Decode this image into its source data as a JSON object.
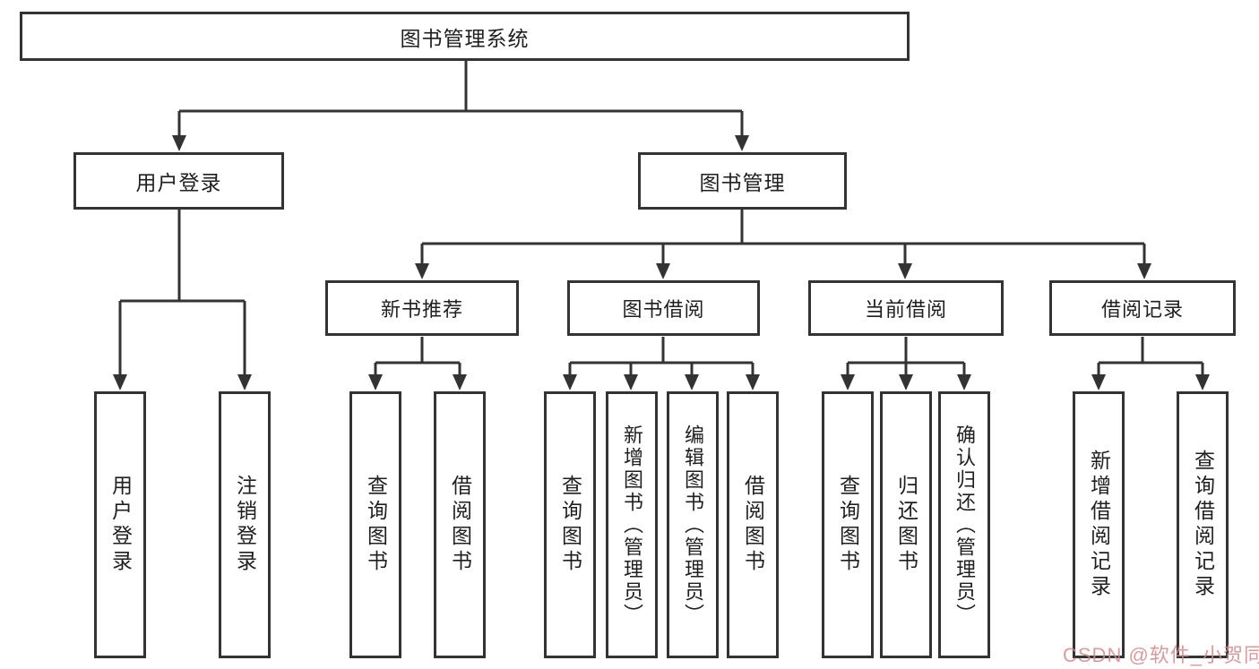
{
  "nodes": {
    "root": "图书管理系统",
    "user_login_branch": "用户登录",
    "book_management": "图书管理",
    "new_book_recommend": "新书推荐",
    "book_borrow": "图书借阅",
    "current_borrow": "当前借阅",
    "borrow_records": "借阅记录",
    "leaf_user_login": "用户登录",
    "leaf_logout": "注销登录",
    "leaf_newbook_query": "查询图书",
    "leaf_newbook_borrow": "借阅图书",
    "leaf_borrow_query": "查询图书",
    "leaf_borrow_add_admin": "新增图书（管理员）",
    "leaf_borrow_edit_admin": "编辑图书（管理员）",
    "leaf_borrow_borrow": "借阅图书",
    "leaf_current_query": "查询图书",
    "leaf_current_return": "归还图书",
    "leaf_current_confirm_admin": "确认归还（管理员）",
    "leaf_records_add": "新增借阅记录",
    "leaf_records_query": "查询借阅记录"
  },
  "watermark": {
    "text": "CSDN @软件_小贺同学",
    "color": "#d28a8a"
  },
  "colors": {
    "line": "#333333",
    "box_border": "#333333",
    "text": "#1f1f1f",
    "background": "#ffffff"
  }
}
